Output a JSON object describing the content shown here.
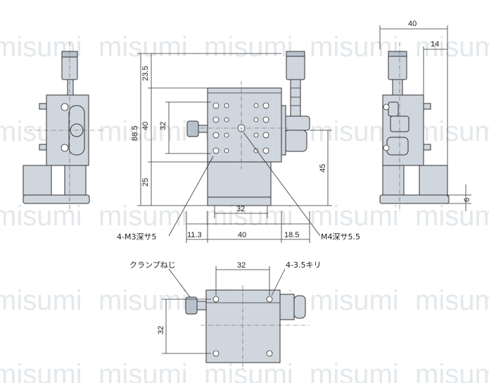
{
  "watermark": "misumi",
  "dimensions": {
    "d40_top": "40",
    "d14": "14",
    "d23_5": "23.5",
    "d88_5": "88.5",
    "d40_left": "40",
    "d32_left": "32",
    "d25": "25",
    "d45": "45",
    "d6": "6",
    "d32_mid": "32",
    "d11_3": "11.3",
    "d40_bottom": "40",
    "d18_5": "18.5",
    "d32_plan_top": "32",
    "d32_plan_left": "32"
  },
  "labels": {
    "m3": "4-M3深サ5",
    "m4": "M4深サ5.5",
    "clamp": "クランプねじ",
    "holes": "4-3.5キリ"
  }
}
